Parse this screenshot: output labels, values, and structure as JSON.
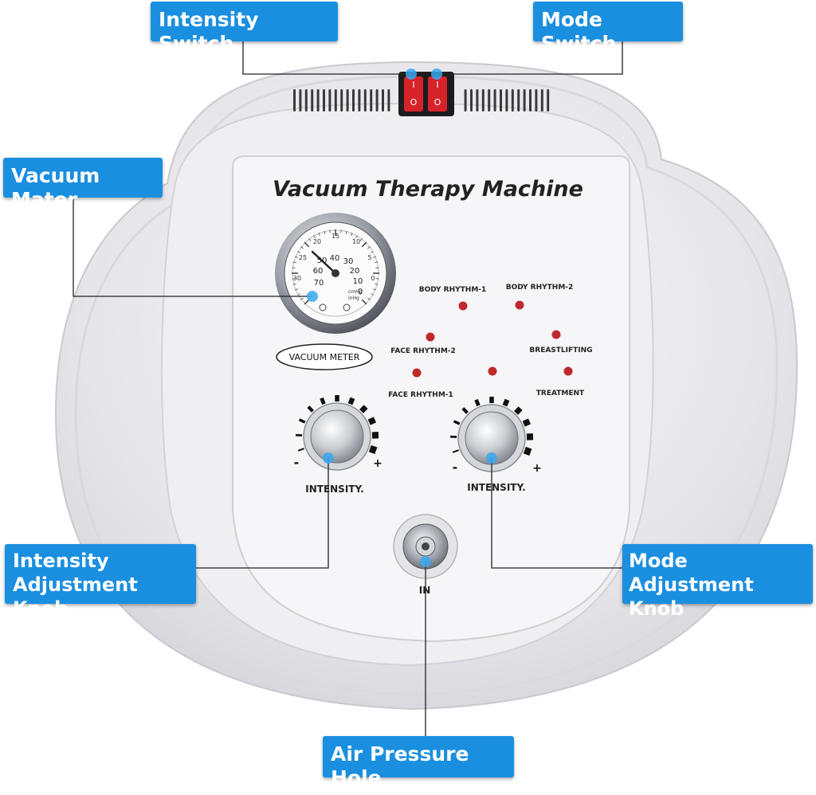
{
  "callouts": {
    "intensity_switch": "Intensity Switch",
    "mode_switch": "Mode Switch",
    "vacuum_mater": "Vacuum Mater",
    "intensity_adjustment_knob": "Intensity\nAdjustment Knob",
    "mode_adjustment_knob": "Mode Adjustment\nKnob",
    "air_pressure_hole": "Air Pressure Hole"
  },
  "machine": {
    "title": "Vacuum Therapy Machine",
    "gauge_label": "VACUUM METER",
    "gauge_units": [
      "cmHg",
      "inHg"
    ],
    "gauge_outer_scale": [
      "15",
      "20",
      "10",
      "25",
      "5",
      "30",
      "0"
    ],
    "gauge_inner_scale": [
      "40",
      "30",
      "20",
      "10",
      "0",
      "60",
      "70",
      "50"
    ],
    "modes": {
      "body_rhythm_1": "BODY RHYTHM-1",
      "body_rhythm_2": "BODY RHYTHM-2",
      "face_rhythm_2": "FACE RHYTHM-2",
      "breastlifting": "BREASTLIFTING",
      "face_rhythm_1": "FACE RHYTHM-1",
      "treatment": "TREATMENT"
    },
    "knob_left_label": "INTENSITY.",
    "knob_right_label": "INTENSITY.",
    "minus": "-",
    "plus": "+",
    "inlet_label": "IN",
    "switch_on": "I",
    "switch_off": "O"
  },
  "colors": {
    "callout_bg": "#1a8fe0",
    "callout_text": "#ffffff",
    "body": "#e9e9ec",
    "panel": "#f6f6f8",
    "indicator_led": "#c0282b",
    "switch_red": "#d8222a",
    "marker_dot": "#3aa8f0"
  }
}
